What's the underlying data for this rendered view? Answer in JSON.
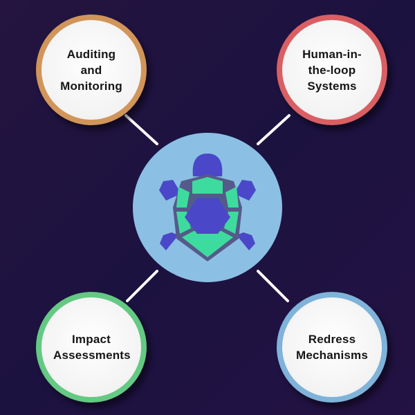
{
  "nodes": [
    {
      "id": "auditing",
      "label": "Auditing and Monitoring",
      "border_color": "#d1955a"
    },
    {
      "id": "human",
      "label": "Human-in-the-loop Systems",
      "border_color": "#d95f63"
    },
    {
      "id": "impact",
      "label": "Impact Assessments",
      "border_color": "#64c983"
    },
    {
      "id": "redress",
      "label": "Redress Mechanisms",
      "border_color": "#7fb3d9"
    }
  ],
  "center": {
    "icon": "turtle-icon",
    "circle_color": "#8cbfe4",
    "shell_color": "#3ddc9e",
    "body_color": "#4a48c8"
  },
  "connector_color": "#ffffff"
}
